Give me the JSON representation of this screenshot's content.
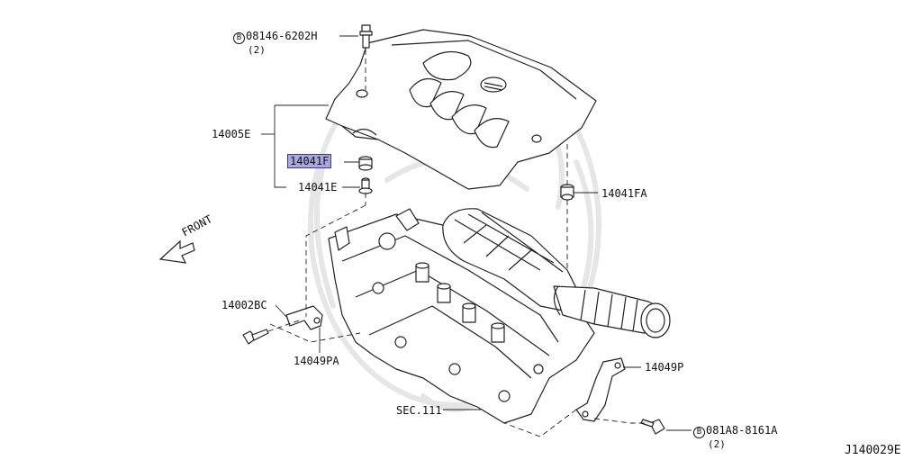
{
  "callouts": {
    "bolt_top": {
      "ref": "B",
      "part": "08146-6202H",
      "qty": "(2)"
    },
    "cover": "14005E",
    "grommet_f": "14041F",
    "grommet_e": "14041E",
    "grommet_fa": "14041FA",
    "bracket_bc": "14002BC",
    "bracket_pa": "14049PA",
    "bracket_p": "14049P",
    "section": "SEC.111",
    "bolt_bottom": {
      "ref": "B",
      "part": "081A8-8161A",
      "qty": "(2)"
    }
  },
  "front_label": "FRONT",
  "diagram_code": "J140029E",
  "colors": {
    "highlight": "#a9a6e6",
    "line": "#222222",
    "watermark": "#e6e6e6"
  }
}
